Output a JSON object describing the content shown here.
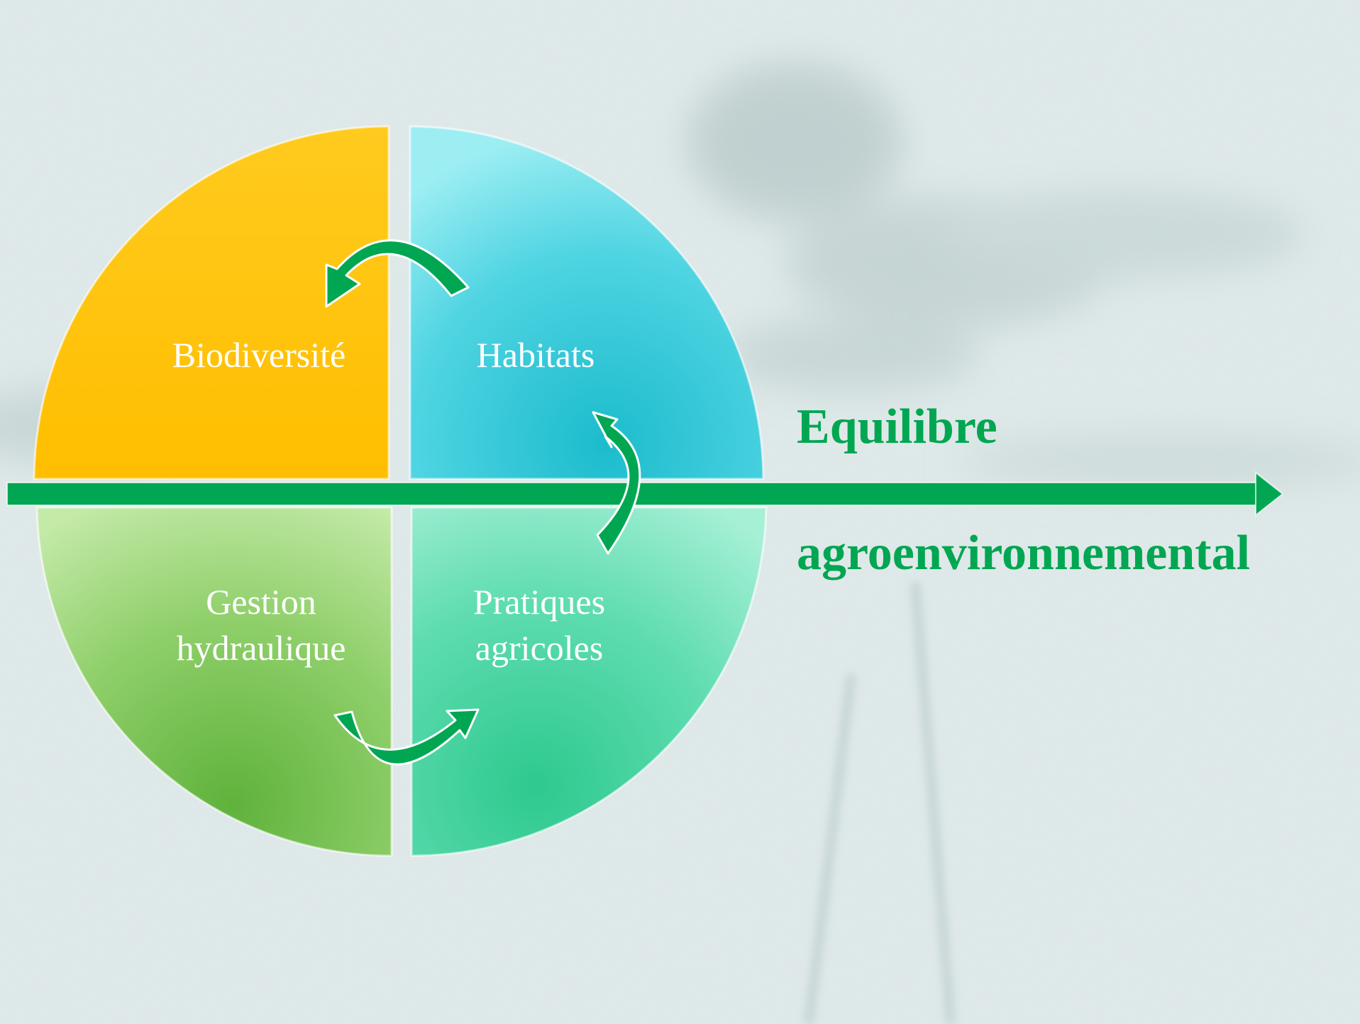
{
  "diagram": {
    "quadrants": {
      "top_left": {
        "label": "Biodiversité"
      },
      "top_right": {
        "label": "Habitats"
      },
      "bottom_left": {
        "lines": [
          "Gestion",
          "hydraulique"
        ]
      },
      "bottom_right": {
        "lines": [
          "Pratiques",
          "agricoles"
        ]
      }
    },
    "axis": {
      "label_top": "Equilibre",
      "label_bottom": "agroenvironnemental"
    }
  },
  "colors": {
    "accent_green": "#00a651",
    "biodiversite": "#ffc000",
    "habitats": "#2ec4d6",
    "gestion_hydraulique": "#7cc24e",
    "pratiques_agricoles": "#3cd09a",
    "background": "#e4eeee"
  }
}
